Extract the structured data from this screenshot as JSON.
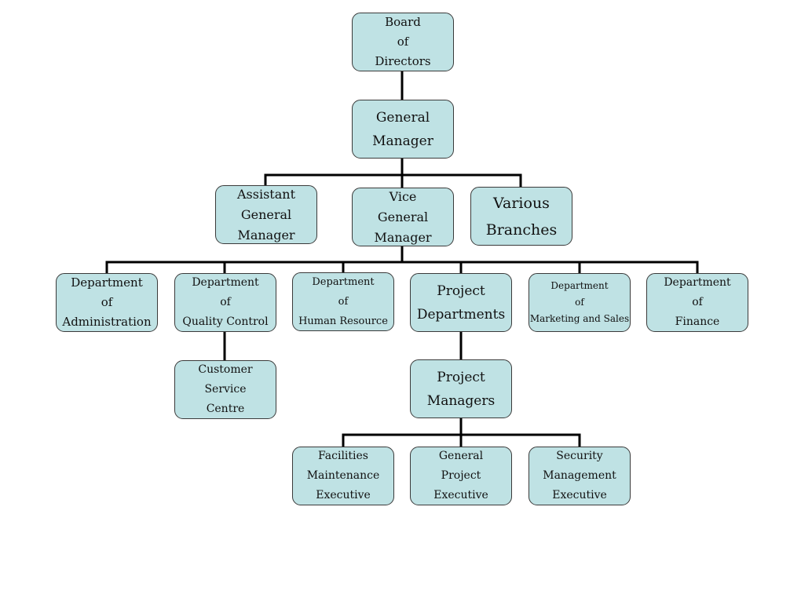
{
  "nodes": {
    "board": {
      "lines": [
        "Board",
        "of",
        "Directors"
      ]
    },
    "general_manager": {
      "lines": [
        "General",
        "Manager"
      ]
    },
    "assistant_gm": {
      "lines": [
        "Assistant",
        "General",
        "Manager"
      ]
    },
    "vice_gm": {
      "lines": [
        "Vice",
        "General",
        "Manager"
      ]
    },
    "branches": {
      "lines": [
        "Various",
        "Branches"
      ]
    },
    "dept_admin": {
      "lines": [
        "Department",
        "of",
        "Administration"
      ]
    },
    "dept_qc": {
      "lines": [
        "Department",
        "of",
        "Quality Control"
      ]
    },
    "dept_hr": {
      "lines": [
        "Department",
        "of",
        "Human Resource"
      ]
    },
    "project_depts": {
      "lines": [
        "Project",
        "Departments"
      ]
    },
    "dept_marketing": {
      "lines": [
        "Department",
        "of",
        "Marketing and Sales"
      ]
    },
    "dept_finance": {
      "lines": [
        "Department",
        "of",
        "Finance"
      ]
    },
    "customer_service": {
      "lines": [
        "Customer",
        "Service",
        "Centre"
      ]
    },
    "project_managers": {
      "lines": [
        "Project",
        "Managers"
      ]
    },
    "facilities_exec": {
      "lines": [
        "Facilities",
        "Maintenance",
        "Executive"
      ]
    },
    "general_project_exec": {
      "lines": [
        "General",
        "Project",
        "Executive"
      ]
    },
    "security_exec": {
      "lines": [
        "Security",
        "Management",
        "Executive"
      ]
    }
  },
  "colors": {
    "box_fill": "#bfe2e4",
    "box_border": "#3a3a3a",
    "connector": "#000000"
  }
}
